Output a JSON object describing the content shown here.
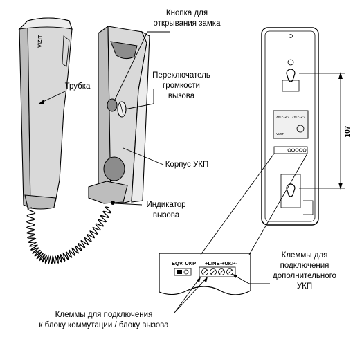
{
  "labels": {
    "lock_button_line1": "Кнопка для",
    "lock_button_line2": "открывания замка",
    "handset": "Трубка",
    "volume_line1": "Переключатель",
    "volume_line2": "громкости",
    "volume_line3": "вызова",
    "body": "Корпус УКП",
    "indicator_line1": "Индикатор",
    "indicator_line2": "вызова",
    "extra_terminals_line1": "Клеммы для",
    "extra_terminals_line2": "подключения",
    "extra_terminals_line3": "дополнительного",
    "extra_terminals_line4": "УКП",
    "main_terminals_line1": "Клеммы для подключения",
    "main_terminals_line2": "к блоку коммутации / блоку вызова"
  },
  "terminal_block": {
    "left_label": "EQV. UKP",
    "right_label": "+LINE-+UKP-"
  },
  "handset_logo": "VIZIT",
  "dimension": "107",
  "sticker": {
    "line1": "УКП-12-1",
    "line2": "УКП-12-1",
    "brand": "VIZIT"
  }
}
